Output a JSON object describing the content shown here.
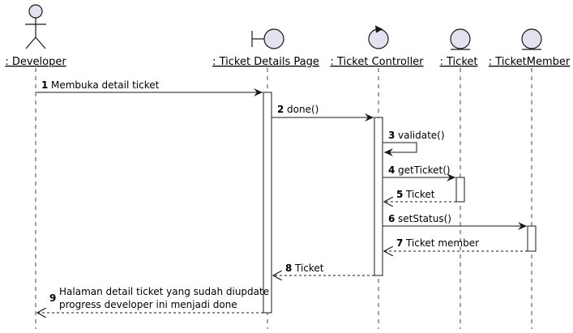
{
  "participants": [
    {
      "id": "dev",
      "label": ": Developer",
      "kind": "actor"
    },
    {
      "id": "page",
      "label": ": Ticket Details Page",
      "kind": "boundary"
    },
    {
      "id": "ctrl",
      "label": ": Ticket Controller",
      "kind": "control"
    },
    {
      "id": "ticket",
      "label": ": Ticket",
      "kind": "entity"
    },
    {
      "id": "member",
      "label": ": TicketMember",
      "kind": "entity"
    }
  ],
  "messages": [
    {
      "num": "1",
      "lines": [
        "Membuka detail ticket"
      ],
      "from": "dev",
      "to": "page",
      "kind": "sync"
    },
    {
      "num": "2",
      "lines": [
        "done()"
      ],
      "from": "page",
      "to": "ctrl",
      "kind": "sync"
    },
    {
      "num": "3",
      "lines": [
        "validate()"
      ],
      "from": "ctrl",
      "to": "ctrl",
      "kind": "self"
    },
    {
      "num": "4",
      "lines": [
        "getTicket()"
      ],
      "from": "ctrl",
      "to": "ticket",
      "kind": "sync"
    },
    {
      "num": "5",
      "lines": [
        "Ticket"
      ],
      "from": "ticket",
      "to": "ctrl",
      "kind": "return"
    },
    {
      "num": "6",
      "lines": [
        "setStatus()"
      ],
      "from": "ctrl",
      "to": "member",
      "kind": "sync"
    },
    {
      "num": "7",
      "lines": [
        "Ticket member"
      ],
      "from": "member",
      "to": "ctrl",
      "kind": "return"
    },
    {
      "num": "8",
      "lines": [
        "Ticket"
      ],
      "from": "ctrl",
      "to": "page",
      "kind": "return"
    },
    {
      "num": "9",
      "lines": [
        "Halaman detail ticket yang sudah diupdate",
        "progress developer ini menjadi done"
      ],
      "from": "page",
      "to": "dev",
      "kind": "return"
    }
  ],
  "colors": {
    "participant_fill": "#e2e2f0",
    "participant_stroke": "#181818",
    "lifeline": "#181818",
    "activation_fill": "#ffffff",
    "arrow": "#181818"
  }
}
